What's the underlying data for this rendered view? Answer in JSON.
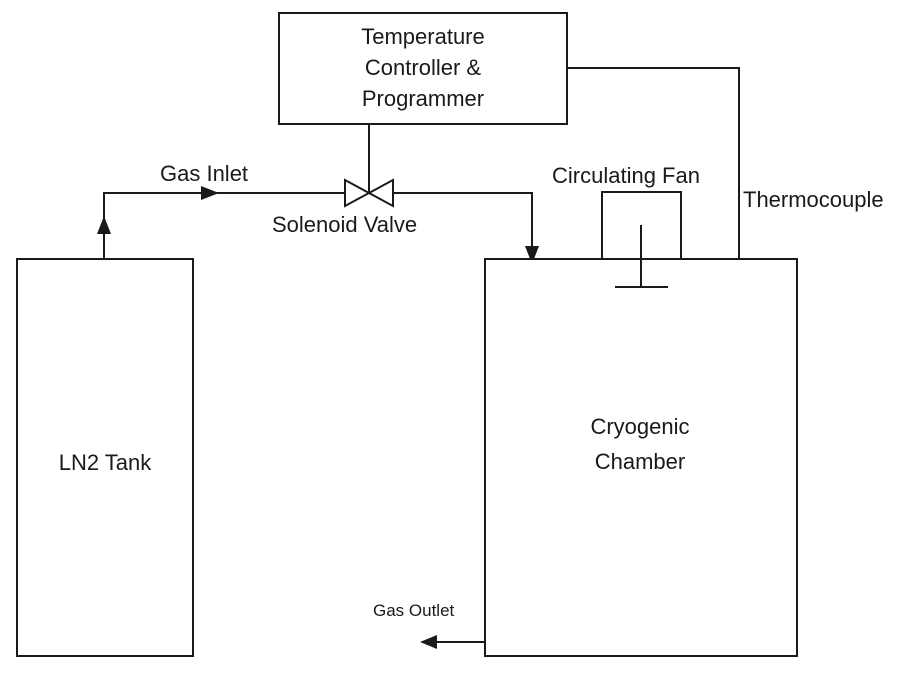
{
  "diagram": {
    "controller": {
      "line1": "Temperature",
      "line2": "Controller &",
      "line3": "Programmer"
    },
    "labels": {
      "gas_inlet": "Gas Inlet",
      "solenoid_valve": "Solenoid Valve",
      "circulating_fan": "Circulating Fan",
      "thermocouple": "Thermocouple",
      "gas_outlet": "Gas Outlet"
    },
    "ln2_tank": {
      "label": "LN2 Tank"
    },
    "chamber": {
      "line1": "Cryogenic",
      "line2": "Chamber"
    }
  },
  "colors": {
    "stroke": "#1a1a1a",
    "background": "#ffffff"
  }
}
